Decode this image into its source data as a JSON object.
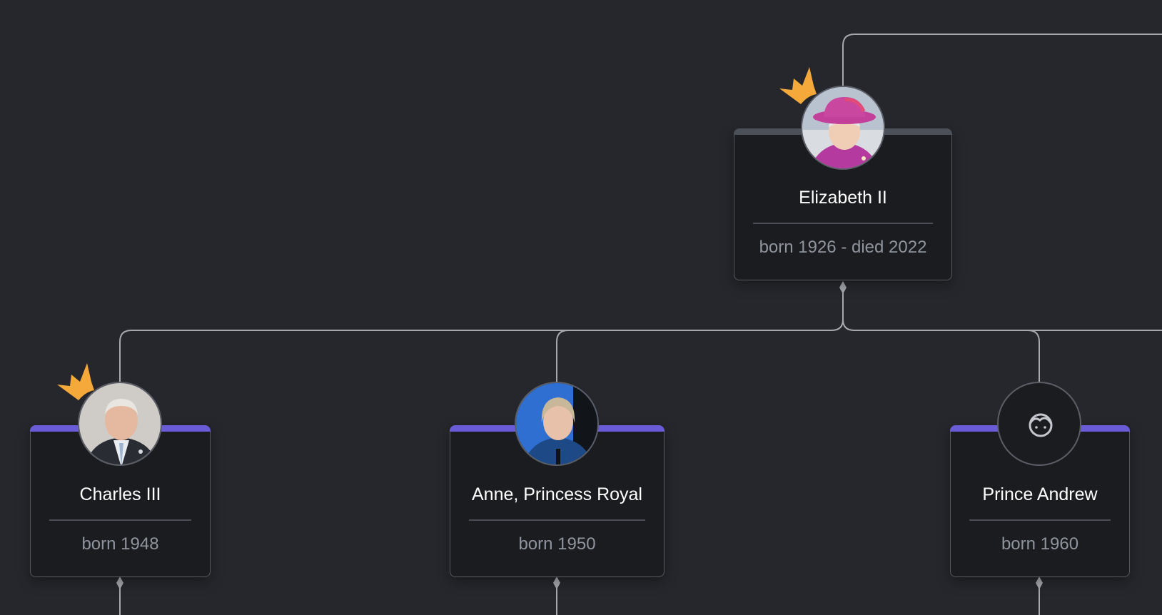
{
  "colors": {
    "background": "#25272c",
    "card": "#1b1c20",
    "link": "#a5a8ae",
    "accent_purple": "#6a5bd6",
    "accent_gray": "#4c5059",
    "crown": "#f4a93a"
  },
  "people": {
    "elizabeth": {
      "name": "Elizabeth II",
      "dates": "born 1926 - died 2022",
      "crowned": true,
      "avatar": "photo"
    },
    "charles": {
      "name": "Charles III",
      "dates": "born 1948",
      "crowned": true,
      "avatar": "photo"
    },
    "anne": {
      "name": "Anne, Princess Royal",
      "dates": "born 1950",
      "crowned": false,
      "avatar": "photo"
    },
    "andrew": {
      "name": "Prince Andrew",
      "dates": "born 1960",
      "crowned": false,
      "avatar": "child-face-icon"
    }
  }
}
